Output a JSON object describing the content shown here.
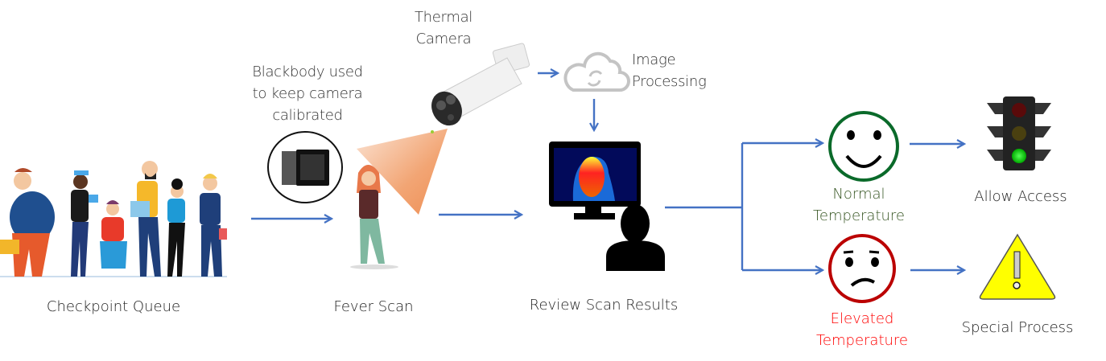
{
  "labels": {
    "thermal_camera": [
      "Thermal",
      "Camera"
    ],
    "blackbody": [
      "Blackbody used",
      "to keep camera",
      "calibrated"
    ],
    "image_processing": [
      "Image",
      "Processing"
    ],
    "checkpoint_queue": "Checkpoint Queue",
    "fever_scan": "Fever Scan",
    "review_scan_results": "Review Scan Results",
    "normal_temperature": [
      "Normal",
      "Temperature"
    ],
    "elevated_temperature": [
      "Elevated",
      "Temperature"
    ],
    "allow_access": "Allow Access",
    "special_process": "Special Process"
  },
  "colors": {
    "arrow": "#4472C4",
    "normal_text": "#375623",
    "elevated_text": "#FF0000",
    "smiley_stroke": "#00A040",
    "sad_stroke": "#E00000",
    "cone": "#F0A070",
    "warning": "#FFFF00"
  },
  "icons": [
    "people-queue-illustration",
    "blackbody-device-icon",
    "thermal-camera-icon",
    "cloud-sync-icon",
    "woman-figure-icon",
    "thermal-monitor-icon",
    "person-silhouette-icon",
    "smiley-face-icon",
    "sad-face-icon",
    "traffic-light-icon",
    "warning-triangle-icon"
  ]
}
